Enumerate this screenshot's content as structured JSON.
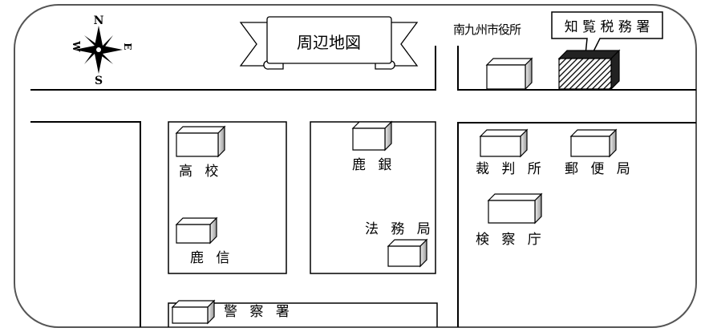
{
  "title": "周辺地図",
  "compass": {
    "n": "N",
    "s": "S",
    "e": "E",
    "w": "W"
  },
  "buildings": {
    "city_hall": "南九州市役所",
    "tax_office": "知 覧 税 務 署",
    "high_school": "高 校",
    "shinkin": "鹿 信",
    "bank": "鹿 銀",
    "legal_bureau": "法 務 局",
    "court": "裁 判 所",
    "post_office": "郵 便 局",
    "prosecutor": "検 察 庁",
    "police": "警 察 署"
  },
  "colors": {
    "line": "#000000",
    "cube_side": "#b8b8b8",
    "highlight_top": "#222222"
  }
}
